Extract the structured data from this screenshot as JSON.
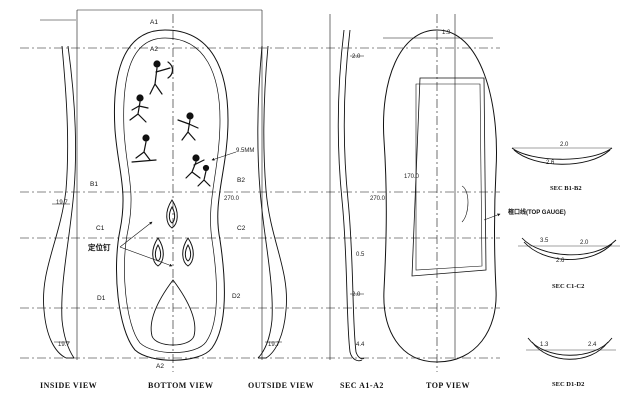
{
  "views": {
    "inside": "INSIDE VIEW",
    "bottom": "BOTTOM VIEW",
    "outside": "OUTSIDE VIEW",
    "sec_a": "SEC A1-A2",
    "top": "TOP VIEW"
  },
  "sections": {
    "b": "SEC B1-B2",
    "c": "SEC C1-C2",
    "d": "SEC D1-D2"
  },
  "labels": {
    "a1": "A1",
    "a2": "A2",
    "b1": "B1",
    "b2": "B2",
    "c1": "C1",
    "c2": "C2",
    "d1": "D1",
    "d2": "D2",
    "positioning_nail": "定位钉",
    "top_gauge": "楦口线(TOP GAUGE)"
  },
  "dimensions": {
    "d9_5mm": "9.5MM",
    "length_bottom": "270.0",
    "length_sec": "270.0",
    "gauge_length": "170.0",
    "inside_mid": "19.7",
    "inside_bottom": "19.7",
    "outside_bottom": "19.7",
    "sec_top": "2.0",
    "sec_mid": "0.5",
    "sec_lower": "2.0",
    "sec_bottom": "4.4",
    "top_view": "1.9",
    "b_upper": "2.0",
    "b_lower": "2.6",
    "c_left": "3.5",
    "c_right": "2.0",
    "c_lower": "2.6",
    "d_left": "1.3",
    "d_right": "2.4"
  }
}
